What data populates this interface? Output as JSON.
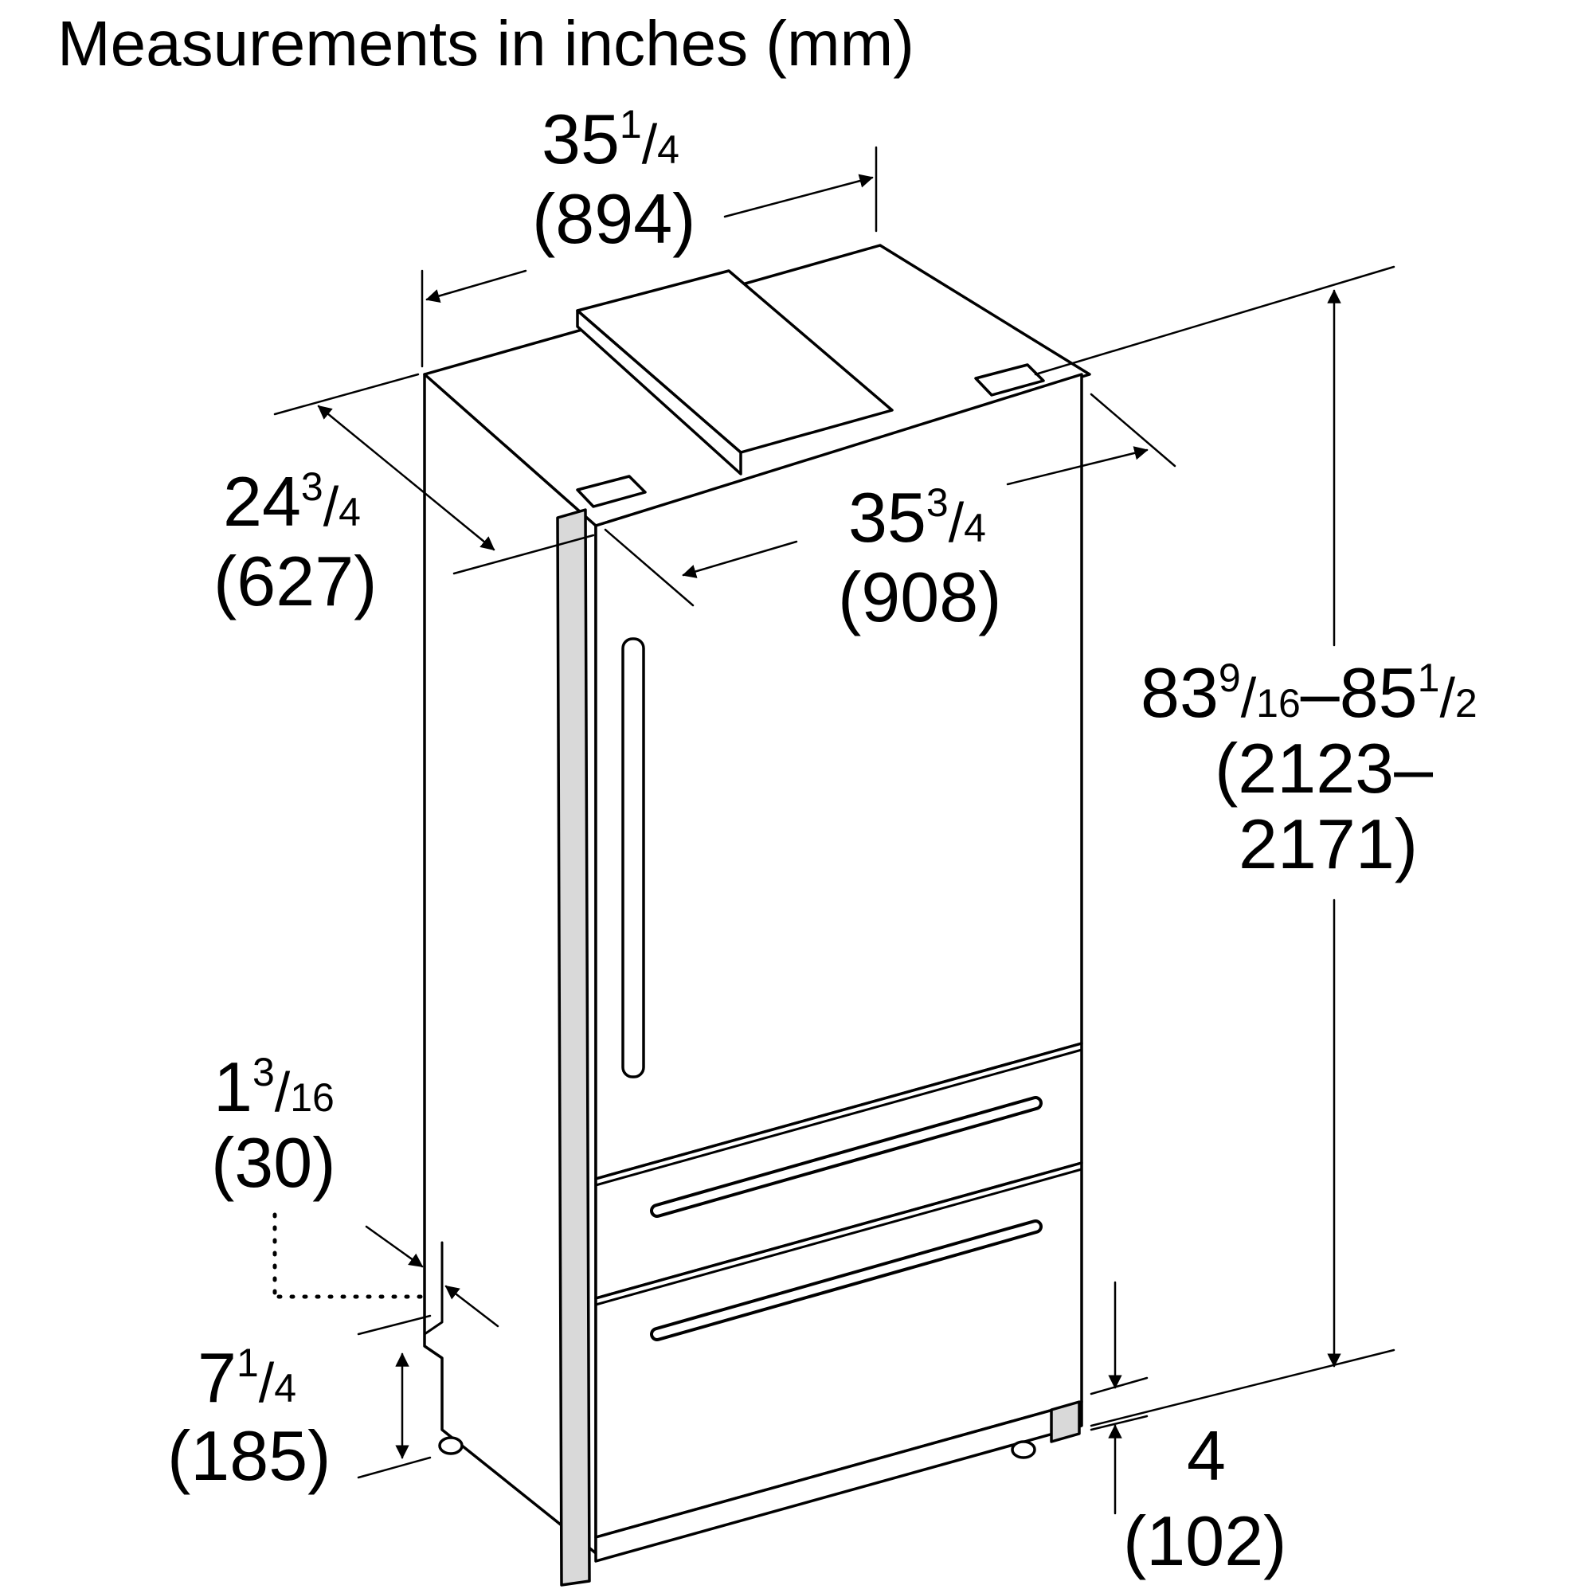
{
  "title": "Measurements in inches (mm)",
  "dimensions": {
    "top_width": {
      "whole": "35",
      "numerator": "1",
      "denominator": "4",
      "mm": "(894)"
    },
    "depth": {
      "whole": "24",
      "numerator": "3",
      "denominator": "4",
      "mm": "(627)"
    },
    "door_width": {
      "whole": "35",
      "numerator": "3",
      "denominator": "4",
      "mm": "(908)"
    },
    "height": {
      "whole_a": "83",
      "numerator_a": "9",
      "denominator_a": "16",
      "dash": "–",
      "whole_b": "85",
      "numerator_b": "1",
      "denominator_b": "2",
      "mm_line1": "(2123–",
      "mm_line2": "2171)"
    },
    "side_offset": {
      "whole": "1",
      "numerator": "3",
      "denominator": "16",
      "mm": "(30)"
    },
    "toe_height": {
      "whole": "7",
      "numerator": "1",
      "denominator": "4",
      "mm": "(185)"
    },
    "base_gap": {
      "whole": "4",
      "mm": "(102)"
    }
  }
}
